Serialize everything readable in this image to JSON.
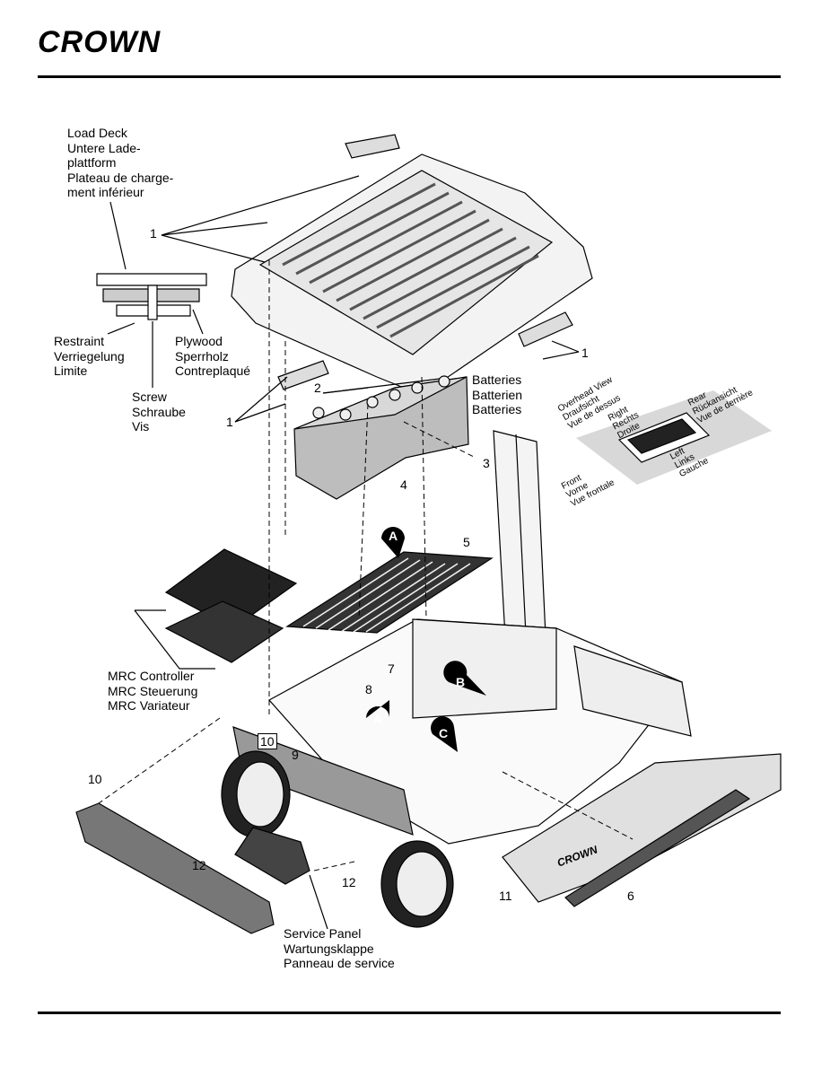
{
  "header": {
    "brand": "CROWN"
  },
  "callouts": {
    "load_deck": [
      "Load Deck",
      "Untere Lade-",
      "plattform",
      "Plateau de charge-",
      "ment inférieur"
    ],
    "restraint": [
      "Restraint",
      "Verriegelung",
      "Limite"
    ],
    "plywood": [
      "Plywood",
      "Sperrholz",
      "Contreplaqué"
    ],
    "screw": [
      "Screw",
      "Schraube",
      "Vis"
    ],
    "batteries": [
      "Batteries",
      "Batterien",
      "Batteries"
    ],
    "controller": [
      "MRC Controller",
      "MRC Steuerung",
      "MRC Variateur"
    ],
    "service_panel": [
      "Service Panel",
      "Wartungsklappe",
      "Panneau de service"
    ]
  },
  "overhead_view": {
    "title": [
      "Overhead View",
      "Draufsicht",
      "Vue de dessus"
    ],
    "rear": [
      "Rear",
      "Rückansicht",
      "Vue de derrière"
    ],
    "right": [
      "Right",
      "Rechts",
      "Droite"
    ],
    "left": [
      "Left",
      "Links",
      "Gauche"
    ],
    "front": [
      "Front",
      "Vorne",
      "Vue frontale"
    ]
  },
  "item_numbers": {
    "n1a": "1",
    "n1b": "1",
    "n1c": "1",
    "n2": "2",
    "n3": "3",
    "n4": "4",
    "n5": "5",
    "n6": "6",
    "n7": "7",
    "n8": "8",
    "n9": "9",
    "n10a": "10",
    "n10b": "10",
    "n11": "11",
    "n12a": "12",
    "n12b": "12"
  },
  "flags": {
    "a1": "A",
    "a2": "A",
    "b": "B",
    "c": "C"
  },
  "trim_brand": "CROWN"
}
